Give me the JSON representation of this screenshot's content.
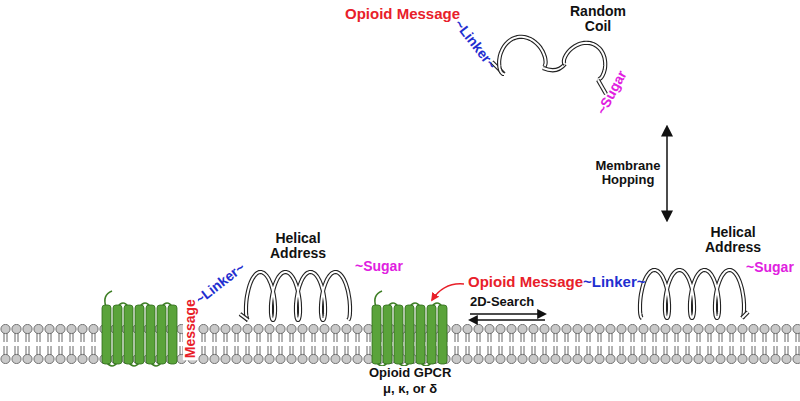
{
  "diagram": {
    "nodes": [
      {
        "text": [
          "Opioid Message",
          "~Linker~",
          "Random Coil",
          "~Sugar"
        ]
      },
      {
        "text": [
          "Opioid Message",
          "~Linker~",
          "Helical Address",
          "~Sugar"
        ]
      },
      {
        "text": [
          "~Linker~",
          "Message",
          "Helical Address",
          "~Sugar"
        ]
      }
    ],
    "edges": [
      {
        "from": 0,
        "to": 1,
        "label": "Membrane Hopping",
        "arrow": "both"
      }
    ],
    "labels": [
      "2D-Search",
      "Opioid GPCR",
      "μ, κ, or δ"
    ]
  }
}
